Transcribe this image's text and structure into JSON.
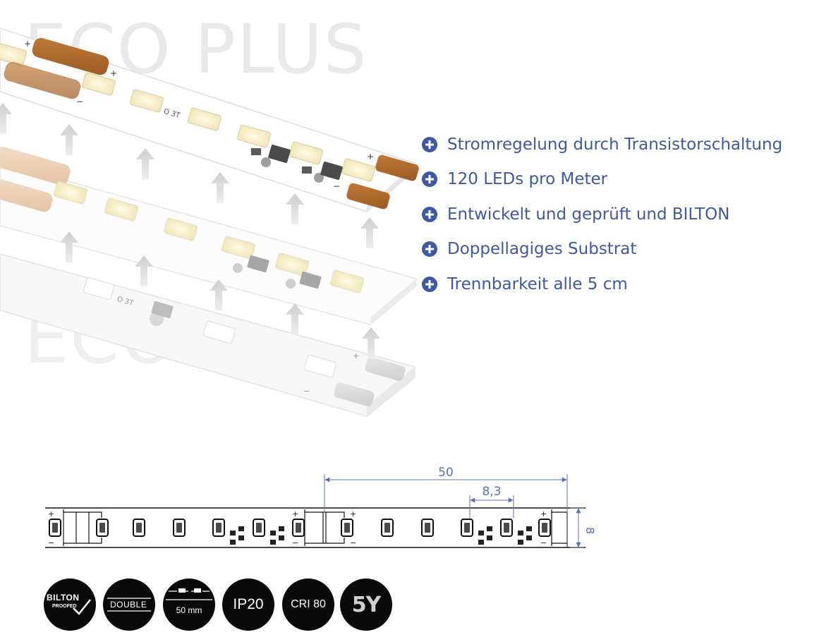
{
  "watermarks": {
    "top": "ECO PLUS",
    "bottom": "ECO"
  },
  "strip_labels": {
    "plus": "+",
    "minus": "−",
    "marking": "O 3T"
  },
  "features": [
    {
      "icon": "plus-circle-icon",
      "text": "Stromregelung durch Transistorschaltung"
    },
    {
      "icon": "plus-circle-icon",
      "text": "120 LEDs pro Meter"
    },
    {
      "icon": "plus-circle-icon",
      "text": "Entwickelt und geprüft und BILTON"
    },
    {
      "icon": "plus-circle-icon",
      "text": "Doppellagiges Substrat"
    },
    {
      "icon": "plus-circle-icon",
      "text": "Trennbarkeit alle 5 cm"
    }
  ],
  "diagram": {
    "segment_length": "50",
    "led_pitch": "8,3",
    "strip_width": "8",
    "plus": "+",
    "minus": "−"
  },
  "badges": {
    "bilton": {
      "title": "BILTON",
      "subtitle": "PROOFED"
    },
    "double": "DOUBLE",
    "cut": "50 mm",
    "ip": "IP20",
    "cri": "CRI 80",
    "warranty": "5Y"
  },
  "colors": {
    "accent": "#3f58a2",
    "dimension": "#5b73b0",
    "badge": "#0a0a0a"
  }
}
